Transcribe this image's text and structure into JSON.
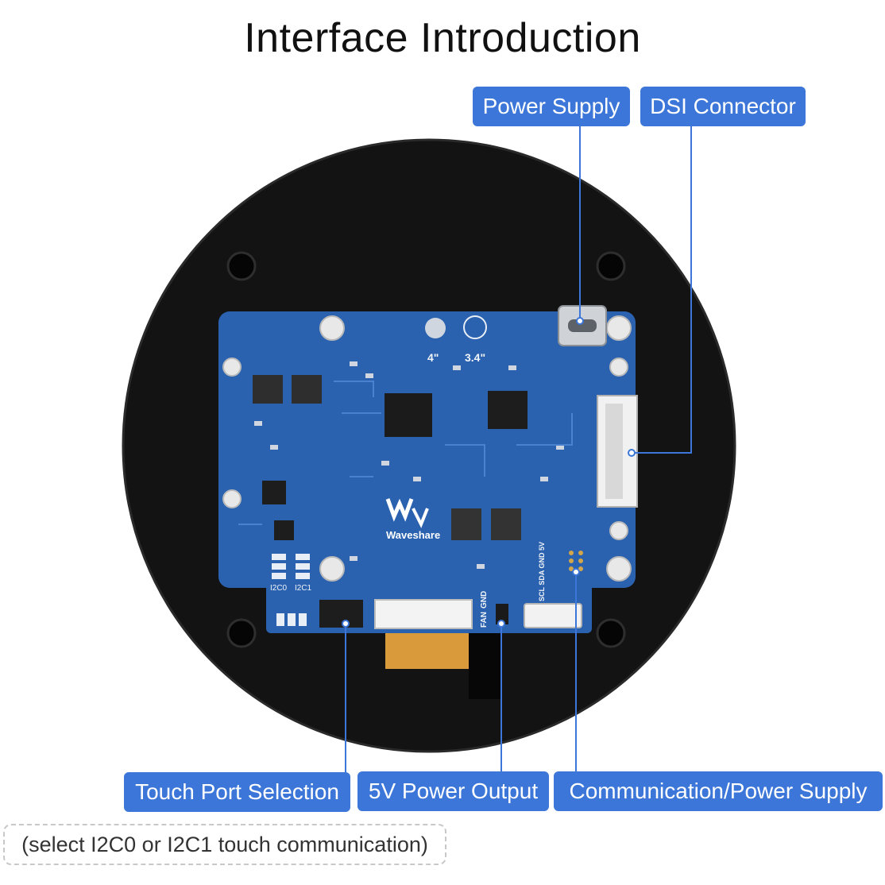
{
  "title": "Interface Introduction",
  "labels": {
    "power_supply": "Power Supply",
    "dsi_connector": "DSI Connector",
    "touch_port_selection": "Touch Port Selection",
    "five_v_power_output": "5V Power Output",
    "communication_power_supply": "Communication/Power Supply"
  },
  "note": "(select I2C0 or I2C1 touch communication)",
  "board": {
    "brand": "Waveshare",
    "size_4": "4\"",
    "size_34": "3.4\"",
    "i2c0": "I2C0",
    "i2c1": "I2C1",
    "fan": "FAN",
    "gnd": "GND",
    "pins": "SCL SDA GND 5V"
  },
  "colors": {
    "tag_bg": "#3b76d8",
    "pcb": "#2a62b0",
    "disc": "#111111"
  }
}
